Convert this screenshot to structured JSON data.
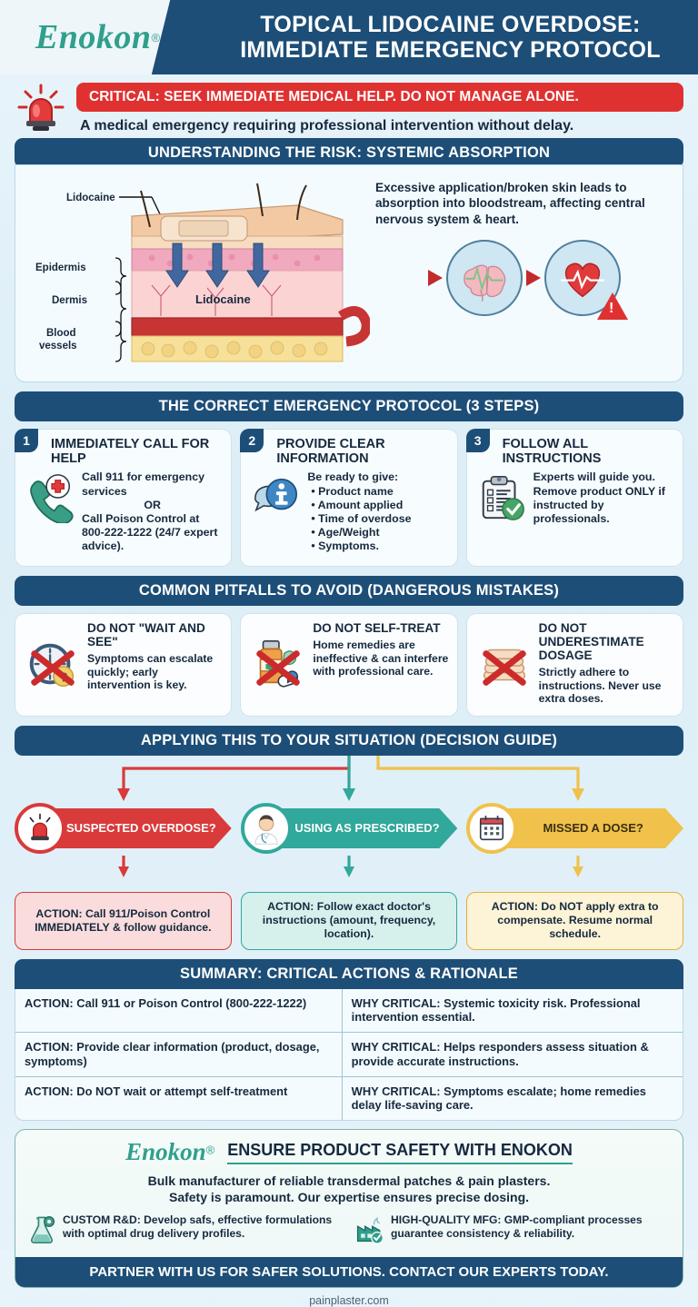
{
  "header": {
    "logo": "Enokon",
    "logo_mark": "®",
    "title_line1": "TOPICAL LIDOCAINE OVERDOSE:",
    "title_line2": "IMMEDIATE EMERGENCY PROTOCOL",
    "bg_color": "#1d4e77",
    "brand_color": "#2fa08c"
  },
  "alert": {
    "icon": "emergency-siren-icon",
    "banner": "CRITICAL: SEEK IMMEDIATE MEDICAL HELP. DO NOT MANAGE ALONE.",
    "banner_color": "#e03131",
    "subtitle": "A medical emergency requiring professional intervention without delay."
  },
  "risk": {
    "banner": "UNDERSTANDING THE RISK: SYSTEMIC ABSORPTION",
    "diagram_labels": {
      "patch": "Lidocaine",
      "drug": "Lidocaine",
      "epidermis": "Epidermis",
      "dermis": "Dermis",
      "blood": "Blood\nvessels"
    },
    "description": "Excessive application/broken skin leads to absorption into bloodstream, affecting central nervous system & heart.",
    "organs": [
      "brain-icon",
      "heart-icon"
    ]
  },
  "protocol": {
    "banner": "THE CORRECT EMERGENCY PROTOCOL (3 STEPS)",
    "steps": [
      {
        "num": "1",
        "icon": "phone-emergency-icon",
        "title": "IMMEDIATELY CALL FOR HELP",
        "lines": [
          "Call 911 for emergency services",
          "OR",
          "Call Poison Control at 800-222-1222 (24/7 expert advice)."
        ],
        "or_text": "OR"
      },
      {
        "num": "2",
        "icon": "info-speech-bubble-icon",
        "title": "PROVIDE CLEAR INFORMATION",
        "intro": "Be ready to give:",
        "bullets": [
          "Product name",
          "Amount applied",
          "Time of overdose",
          "Age/Weight",
          "Symptoms."
        ]
      },
      {
        "num": "3",
        "icon": "clipboard-check-icon",
        "title": "FOLLOW ALL INSTRUCTIONS",
        "lines": [
          "Experts will guide you. Remove product ONLY if instructed by professionals."
        ]
      }
    ]
  },
  "pitfalls": {
    "banner": "COMMON PITFALLS TO AVOID (DANGEROUS MISTAKES)",
    "items": [
      {
        "icon": "clock-question-icon",
        "title": "DO NOT \"WAIT AND SEE\"",
        "desc": "Symptoms can escalate quickly; early intervention is key."
      },
      {
        "icon": "medicine-bottle-icon",
        "title": "DO NOT SELF-TREAT",
        "desc": "Home remedies are ineffective & can interfere with professional care."
      },
      {
        "icon": "patch-stack-icon",
        "title": "DO NOT UNDERESTIMATE DOSAGE",
        "desc": "Strictly adhere to instructions. Never use extra doses."
      }
    ]
  },
  "decision": {
    "banner": "APPLYING THIS TO YOUR SITUATION (DECISION GUIDE)",
    "branches": [
      {
        "icon": "siren-icon",
        "label": "SUSPECTED OVERDOSE?",
        "color": "#d93a3a",
        "action": "ACTION: Call 911/Poison Control IMMEDIATELY & follow guidance.",
        "action_bg": "#fadcdc",
        "action_border": "#d93a3a"
      },
      {
        "icon": "doctor-icon",
        "label": "USING AS PRESCRIBED?",
        "color": "#30a89b",
        "action": "ACTION: Follow exact doctor's instructions (amount, frequency, location).",
        "action_bg": "#d6f0ec",
        "action_border": "#30a89b"
      },
      {
        "icon": "calendar-icon",
        "label": "MISSED A DOSE?",
        "color": "#f0c14b",
        "action": "ACTION: Do NOT apply extra to compensate. Resume normal schedule.",
        "action_bg": "#fdf3d6",
        "action_border": "#f0c14b"
      }
    ]
  },
  "summary": {
    "banner": "SUMMARY: CRITICAL ACTIONS & RATIONALE",
    "rows": [
      {
        "action": "ACTION: Call 911 or Poison Control (800-222-1222)",
        "why": "WHY CRITICAL: Systemic toxicity risk. Professional intervention essential."
      },
      {
        "action": "ACTION: Provide clear information (product, dosage, symptoms)",
        "why": "WHY CRITICAL: Helps responders assess situation & provide accurate instructions."
      },
      {
        "action": "ACTION: Do NOT wait or attempt self-treatment",
        "why": "WHY CRITICAL: Symptoms escalate; home remedies delay life-saving care."
      }
    ]
  },
  "brand": {
    "logo": "Enokon",
    "logo_mark": "®",
    "headline": "ENSURE PRODUCT SAFETY WITH ENOKON",
    "sub_line1": "Bulk manufacturer of reliable transdermal patches & pain plasters.",
    "sub_line2": "Safety is paramount. Our expertise ensures precise dosing.",
    "features": [
      {
        "icon": "flask-gear-icon",
        "text": "CUSTOM R&D: Develop safs, effective formulations with optimal drug delivery profiles."
      },
      {
        "icon": "factory-check-icon",
        "text": "HIGH-QUALITY MFG: GMP-compliant processes guarantee consistency & reliability."
      }
    ],
    "cta": "PARTNER WITH US FOR SAFER SOLUTIONS. CONTACT OUR EXPERTS TODAY.",
    "website": "painplaster.com"
  }
}
